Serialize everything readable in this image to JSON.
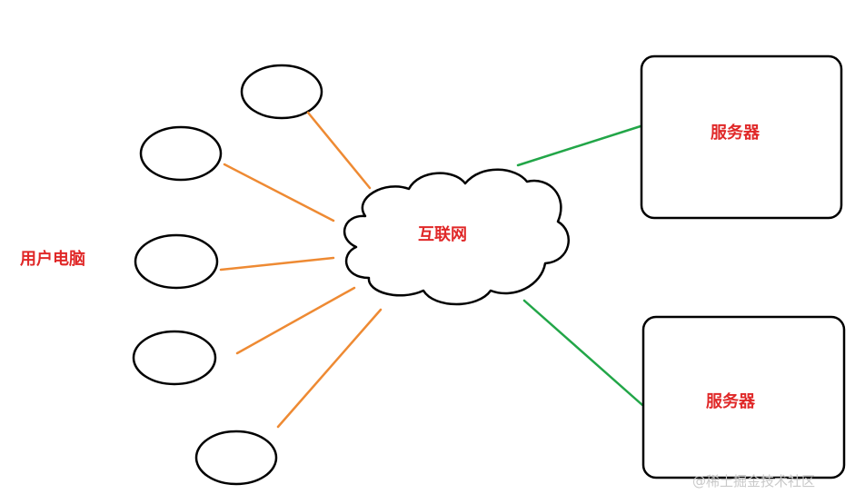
{
  "labels": {
    "users": "用户电脑",
    "internet": "互联网",
    "server_top": "服务器",
    "server_bottom": "服务器"
  },
  "watermark": "@稀土掘金技术社区",
  "colors": {
    "client_link": "#ee8a33",
    "server_link": "#22a648",
    "label_text": "#e02828",
    "outline": "#000000"
  },
  "nodes": {
    "client_count": 5,
    "server_count": 2
  }
}
